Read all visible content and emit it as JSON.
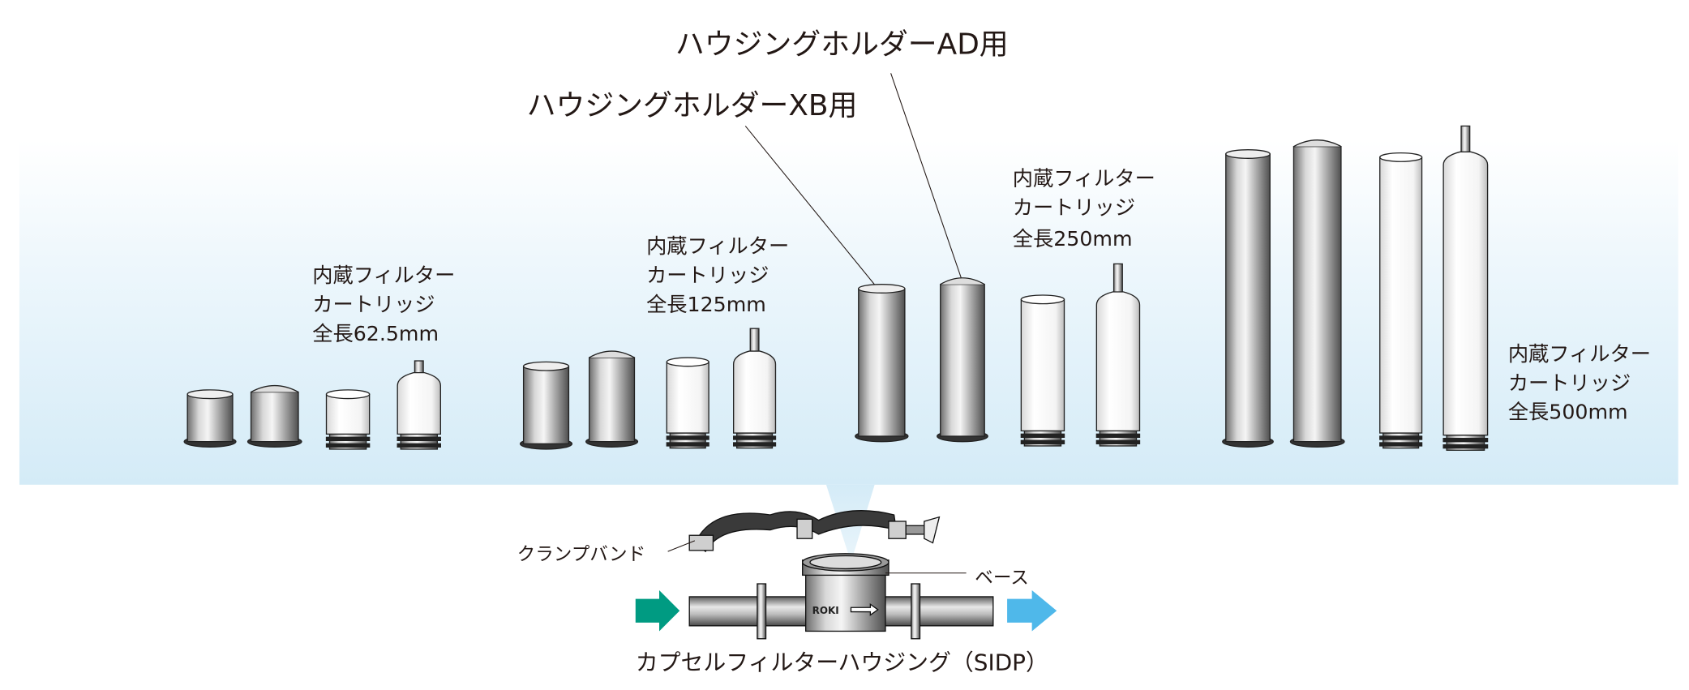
{
  "titles": {
    "holder_ad": "ハウジングホルダーAD用",
    "holder_xb": "ハウジングホルダーXB用"
  },
  "groups": [
    {
      "line1": "内蔵フィルター",
      "line2": "カートリッジ",
      "line3": "全長62.5mm"
    },
    {
      "line1": "内蔵フィルター",
      "line2": "カートリッジ",
      "line3": "全長125mm"
    },
    {
      "line1": "内蔵フィルター",
      "line2": "カートリッジ",
      "line3": "全長250mm"
    },
    {
      "line1": "内蔵フィルター",
      "line2": "カートリッジ",
      "line3": "全長500mm"
    }
  ],
  "housing": {
    "clamp_label": "クランプバンド",
    "base_label": "ベース",
    "logo": "ROKI",
    "caption": "カプセルフィルターハウジング（SIDP）"
  },
  "colors": {
    "band_top": "#ffffff",
    "band_bottom": "#d4ebf7",
    "inlet_arrow": "#009b82",
    "outlet_arrow": "#4fb8ea"
  }
}
